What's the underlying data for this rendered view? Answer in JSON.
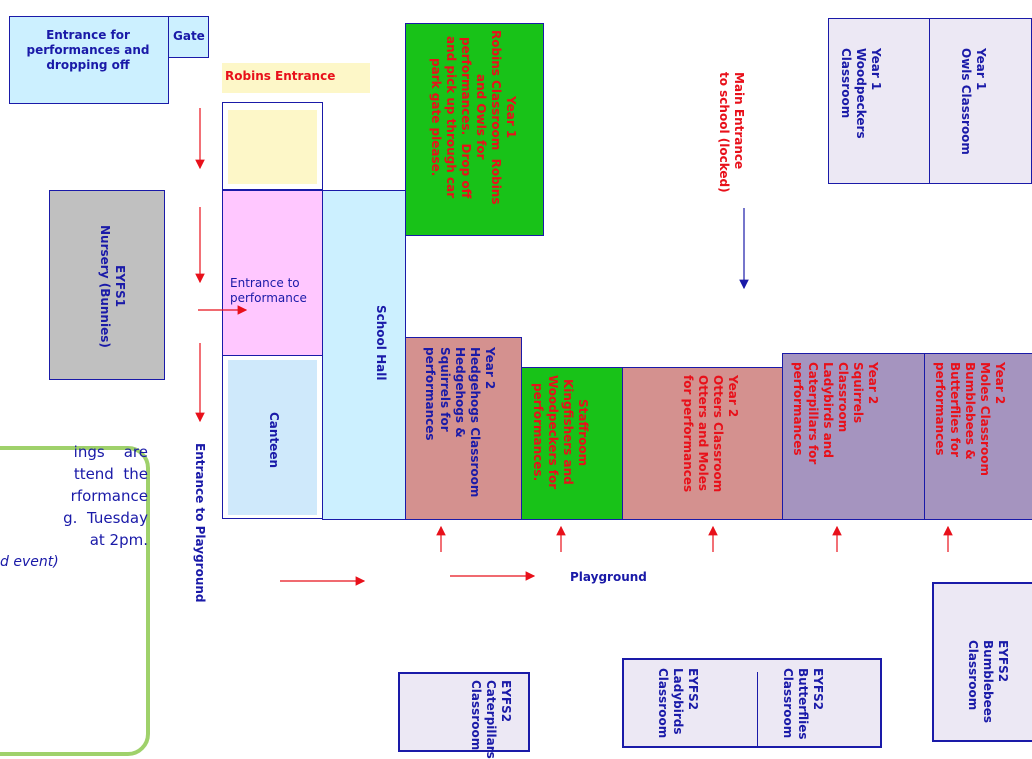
{
  "labels": {
    "entrance_box": "Entrance for\nperformances and\ndropping off",
    "gate": "Gate",
    "robins_entrance": "Robins Entrance",
    "year1_robins": "Year 1\nRobins Classroom  Robins\nand Owls for\nperformances.  Drop off\nand pick up through car\npark gate please.",
    "main_entrance": "Main Entrance\nto school (locked)",
    "woodpeckers": "Year 1\nWoodpeckers\nClassroom",
    "owls": "Year 1\nOwls Classroom",
    "eyfs1": "EYFS1\nNursery (Bunnies)",
    "entrance_performance": "Entrance to\nperformance",
    "school_hall": "School Hall",
    "canteen": "Canteen",
    "entrance_playground": "Entrance to Playground",
    "hedgehogs": "Year 2\nHedgehogs Classroom\nHedgehogs &\nSquirrels for\nperformances",
    "staffroom": "Staffroom\nKingfishers and\nWoodpeckers for\nperformances.",
    "otters": "Year 2\nOtters Classroom\nOtters and Moles\nfor performances",
    "squirrels": "Year 2\nSquirrels\nClassroom\nLadybirds and\nCaterpillars for\nperformances",
    "moles": "Year 2\nMoles Classroom\nBumblebees &\nButterflies for\nperformances",
    "playground": "Playground",
    "caterpillars": "EYFS2\nCaterpillars\nClassroom",
    "ladybirds": "EYFS2\nLadybirds\nClassroom",
    "butterflies": "EYFS2\nButterflies\nClassroom",
    "bumblebees": "EYFS2\nBumblebees\nClassroom"
  },
  "note": {
    "text": "ings    are\nttend  the\nrformance\ng.  Tuesday\nat 2pm.",
    "italic": "d event)"
  },
  "colors": {
    "navy": "#1a1aa8",
    "red_text": "#e8101a",
    "light_blue_box": "#ccf0ff",
    "green_box": "#18c218",
    "grey_box": "#c0c0c0",
    "lavender_box": "#ece8f4",
    "pink_box": "#ffc7ff",
    "canteen_box": "#cfe9fb",
    "cream_box": "#fdf7c8",
    "rose_box": "#d4918f",
    "purple_box": "#a594bf",
    "note_border": "#9fd16b"
  }
}
